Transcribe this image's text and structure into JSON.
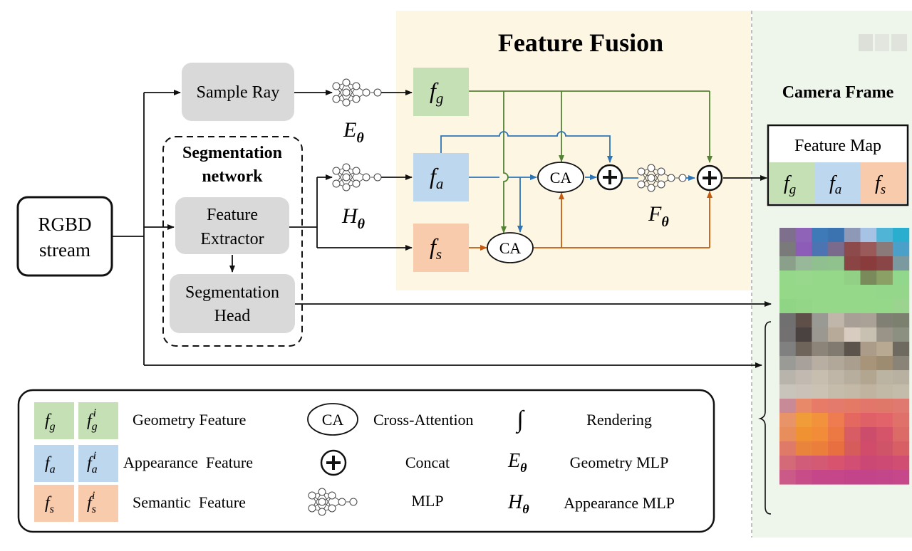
{
  "panels": {
    "fusion_title": "Feature Fusion",
    "camera_title": "Camera Frame"
  },
  "blocks": {
    "input": [
      "RGBD",
      "stream"
    ],
    "sample_ray": "Sample Ray",
    "seg_network": [
      "Segmentation",
      "network"
    ],
    "feature_extractor": [
      "Feature",
      "Extractor"
    ],
    "seg_head": [
      "Segmentation",
      "Head"
    ],
    "feature_map": "Feature Map"
  },
  "features": {
    "fg": {
      "base": "f",
      "sub": "g"
    },
    "fa": {
      "base": "f",
      "sub": "a"
    },
    "fs": {
      "base": "f",
      "sub": "s"
    }
  },
  "mlp_symbols": {
    "e": {
      "base": "E",
      "sub": "θ"
    },
    "h": {
      "base": "H",
      "sub": "θ"
    },
    "f": {
      "base": "F",
      "sub": "θ"
    }
  },
  "ops": {
    "cross_attention": "CA",
    "concat": "+"
  },
  "legend": {
    "geometry": {
      "f": "f",
      "sub": "g",
      "sup": "i",
      "label": "Geometry Feature"
    },
    "appearance": {
      "f": "f",
      "sub": "a",
      "sup": "i",
      "label": "Appearance  Feature"
    },
    "semantic": {
      "f": "f",
      "sub": "s",
      "sup": "i",
      "label": "Semantic  Feature"
    },
    "ca": {
      "symbol": "CA",
      "label": "Cross-Attention"
    },
    "concat": {
      "label": "Concat"
    },
    "mlp": {
      "label": "MLP"
    },
    "rendering": {
      "symbol": "∫",
      "label": "Rendering"
    },
    "e_mlp": {
      "base": "E",
      "sub": "θ",
      "label": "Geometry MLP"
    },
    "h_mlp": {
      "base": "H",
      "sub": "θ",
      "label": "Appearance MLP"
    }
  },
  "colors": {
    "geometry": "#c4e0b4",
    "appearance": "#bdd7ee",
    "semantic": "#f7cbac",
    "green_line": "#548235",
    "blue_line": "#2e75b6",
    "orange_line": "#c55a11",
    "fusion_bg": "#fdf6e3",
    "camera_bg": "#eef5ea",
    "module_grey": "#d9d9d9"
  }
}
